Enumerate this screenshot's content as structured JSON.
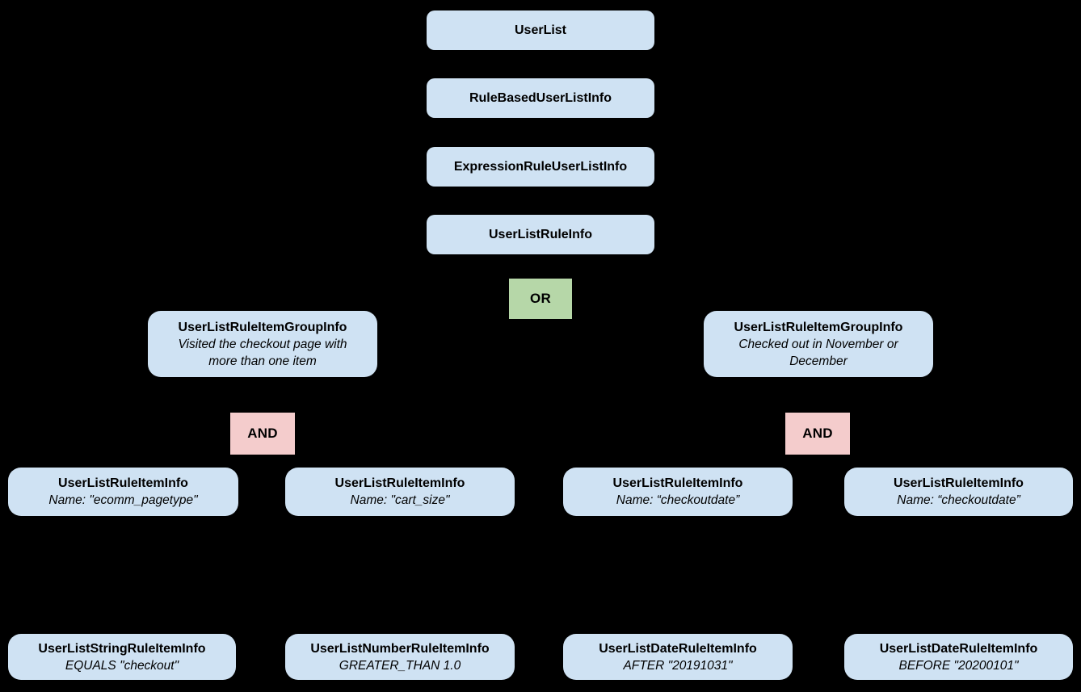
{
  "diagram": {
    "colors": {
      "background": "#000000",
      "node_fill": "#cfe2f3",
      "or_fill": "#b6d7a8",
      "and_fill": "#f4cccc",
      "text": "#000000"
    },
    "chain": [
      {
        "label": "UserList"
      },
      {
        "label": "RuleBasedUserListInfo"
      },
      {
        "label": "ExpressionRuleUserListInfo"
      },
      {
        "label": "UserListRuleInfo"
      }
    ],
    "or_operator": {
      "label": "OR"
    },
    "and_operators": [
      {
        "label": "AND"
      },
      {
        "label": "AND"
      }
    ],
    "groups": [
      {
        "title": "UserListRuleItemGroupInfo",
        "description": "Visited the checkout page with\nmore than one item"
      },
      {
        "title": "UserListRuleItemGroupInfo",
        "description": "Checked out in November or\nDecember"
      }
    ],
    "rule_items": [
      {
        "title": "UserListRuleItemInfo",
        "subtitle": "Name: \"ecomm_pagetype\""
      },
      {
        "title": "UserListRuleItemInfo",
        "subtitle": "Name: \"cart_size\""
      },
      {
        "title": "UserListRuleItemInfo",
        "subtitle": "Name: “checkoutdate”"
      },
      {
        "title": "UserListRuleItemInfo",
        "subtitle": "Name: “checkoutdate”"
      }
    ],
    "leaf_rules": [
      {
        "title": "UserListStringRuleItemInfo",
        "subtitle": "EQUALS \"checkout\""
      },
      {
        "title": "UserListNumberRuleItemInfo",
        "subtitle": "GREATER_THAN 1.0"
      },
      {
        "title": "UserListDateRuleItemInfo",
        "subtitle": "AFTER \"20191031\""
      },
      {
        "title": "UserListDateRuleItemInfo",
        "subtitle": "BEFORE \"20200101\""
      }
    ]
  }
}
